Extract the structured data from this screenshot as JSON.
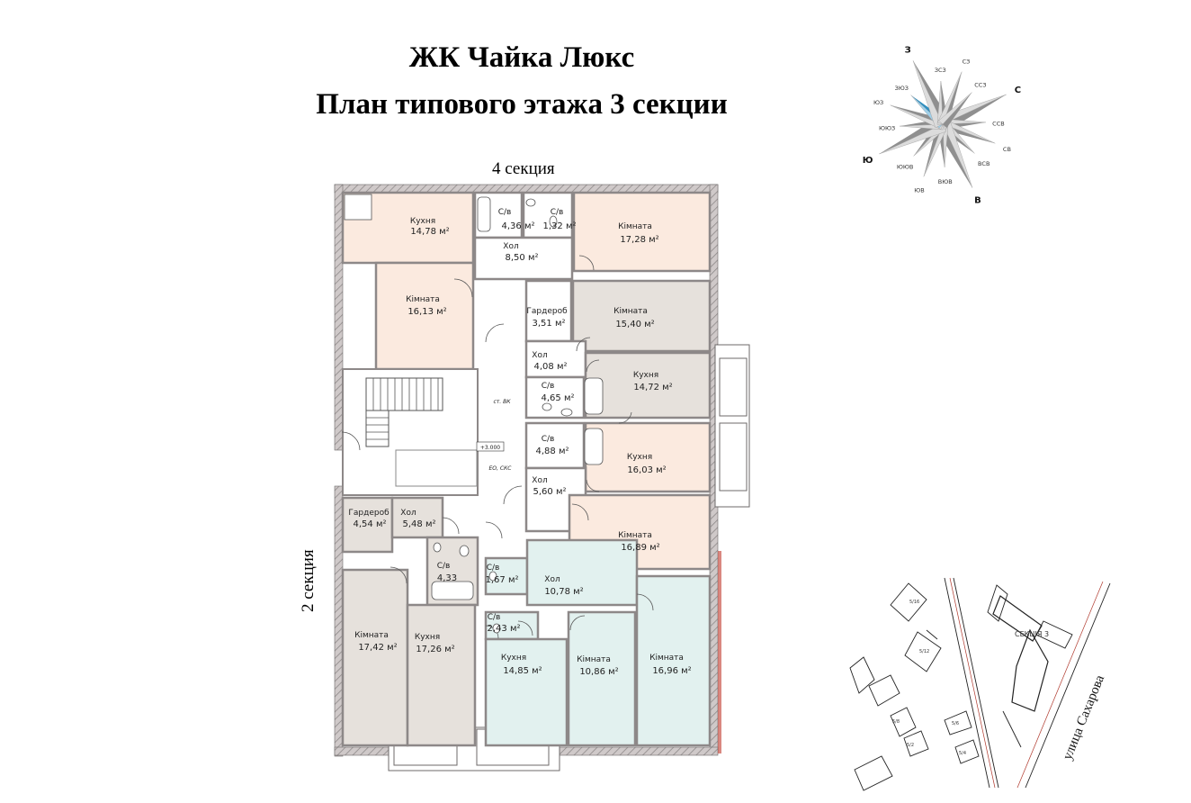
{
  "title_line1": "ЖК Чайка Люкс",
  "title_line2": "План типового этажа 3 секции",
  "section_top": "4 секция",
  "section_left": "2 секция",
  "colors": {
    "room_peach": "#fbeadf",
    "room_gray": "#e6e1dc",
    "room_mint": "#e2f1ef",
    "room_white": "#ffffff",
    "wall": "#9a9696",
    "highlight": "#2e8fc0"
  },
  "rooms": [
    {
      "id": "r1",
      "name": "Кухня",
      "area": "14,78 м²"
    },
    {
      "id": "r2",
      "name": "С/в",
      "area": "4,36 м²"
    },
    {
      "id": "r3",
      "name": "С/в",
      "area": "1,32 м²"
    },
    {
      "id": "r4",
      "name": "Кімната",
      "area": "17,28 м²"
    },
    {
      "id": "r5",
      "name": "Хол",
      "area": "8,50 м²"
    },
    {
      "id": "r6",
      "name": "Кімната",
      "area": "16,13 м²"
    },
    {
      "id": "r7",
      "name": "Гардероб",
      "area": "3,51 м²"
    },
    {
      "id": "r8",
      "name": "Кімната",
      "area": "15,40 м²"
    },
    {
      "id": "r9",
      "name": "Хол",
      "area": "4,08 м²"
    },
    {
      "id": "r10",
      "name": "С/в",
      "area": "4,65 м²"
    },
    {
      "id": "r11",
      "name": "Кухня",
      "area": "14,72 м²"
    },
    {
      "id": "r12",
      "name": "С/в",
      "area": "4,88 м²"
    },
    {
      "id": "r13",
      "name": "Кухня",
      "area": "16,03 м²"
    },
    {
      "id": "r14",
      "name": "Хол",
      "area": "5,60 м²"
    },
    {
      "id": "r15",
      "name": "Кімната",
      "area": "16,89 м²"
    },
    {
      "id": "r16",
      "name": "Гардероб",
      "area": "4,54 м²"
    },
    {
      "id": "r17",
      "name": "Хол",
      "area": "5,48 м²"
    },
    {
      "id": "r18",
      "name": "С/в",
      "area": "4,33"
    },
    {
      "id": "r19",
      "name": "С/в",
      "area": "1,67 м²"
    },
    {
      "id": "r20",
      "name": "Хол",
      "area": "10,78 м²"
    },
    {
      "id": "r21",
      "name": "С/в",
      "area": "2,43 м²"
    },
    {
      "id": "r22",
      "name": "Кімната",
      "area": "17,42 м²"
    },
    {
      "id": "r23",
      "name": "Кухня",
      "area": "17,26 м²"
    },
    {
      "id": "r24",
      "name": "Кухня",
      "area": "14,85 м²"
    },
    {
      "id": "r25",
      "name": "Кімната",
      "area": "10,86 м²"
    },
    {
      "id": "r26",
      "name": "Кімната",
      "area": "16,96 м²"
    }
  ],
  "plan_notes": {
    "level": "+3.000",
    "stvk": "ст. ВК",
    "eoskc": "ЕО, СКС"
  },
  "compass": {
    "labels": [
      "С",
      "ССВ",
      "СВ",
      "ВСВ",
      "В",
      "ВЮВ",
      "ЮВ",
      "ЮЮВ",
      "Ю",
      "ЮЮЗ",
      "ЮЗ",
      "ЗЮЗ",
      "З",
      "ЗСЗ",
      "СЗ",
      "ССЗ"
    ]
  },
  "site_map": {
    "section_label": "СЕКЦІЯ 3",
    "street": "улица Сахарова",
    "house_labels": [
      "5/16",
      "5/12",
      "5/8",
      "5/6",
      "5/4",
      "5/2"
    ]
  }
}
